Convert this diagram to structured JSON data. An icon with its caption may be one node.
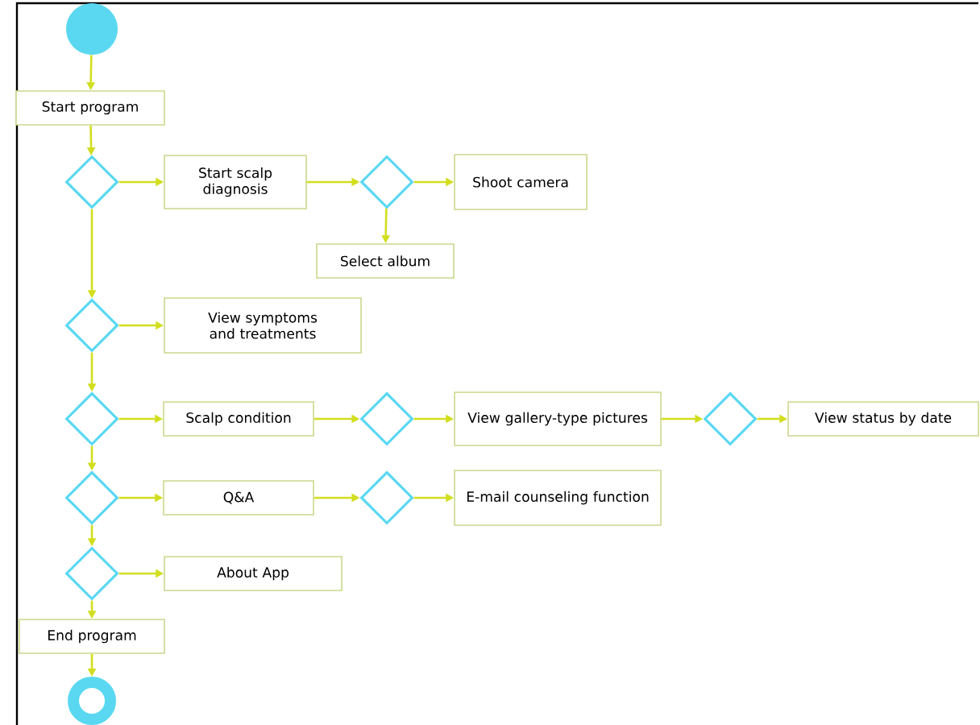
{
  "diagram": {
    "nodes": [
      {
        "text": [],
        "shape": "circle"
      },
      {
        "text": [
          "Start program"
        ]
      },
      {
        "text": [],
        "shape": "diamond"
      },
      {
        "text": [
          "Start scalp diagnosis"
        ]
      },
      {
        "text": [],
        "shape": "diamond"
      },
      {
        "text": [
          "Shoot camera"
        ]
      },
      {
        "text": [
          "Select album"
        ]
      },
      {
        "text": [],
        "shape": "diamond"
      },
      {
        "text": [
          "View symptoms and treatments"
        ]
      },
      {
        "text": [],
        "shape": "diamond"
      },
      {
        "text": [
          "Scalp condition"
        ]
      },
      {
        "text": [],
        "shape": "diamond"
      },
      {
        "text": [
          "View gallery-type pictures"
        ]
      },
      {
        "text": [],
        "shape": "diamond"
      },
      {
        "text": [
          "View status by date"
        ]
      },
      {
        "text": [],
        "shape": "diamond"
      },
      {
        "text": [
          "Q&A"
        ]
      },
      {
        "text": [],
        "shape": "diamond"
      },
      {
        "text": [
          "E-mail counseling function"
        ]
      },
      {
        "text": [],
        "shape": "diamond"
      },
      {
        "text": [
          "About App"
        ]
      },
      {
        "text": [
          "End program"
        ]
      },
      {
        "text": [],
        "shape": "circle"
      }
    ],
    "edges": [
      {
        "from": 0,
        "to": 1,
        "arrow": "to"
      },
      {
        "from": 1,
        "to": 2,
        "arrow": "to"
      },
      {
        "from": 2,
        "to": 3,
        "arrow": "to"
      },
      {
        "from": 3,
        "to": 4,
        "arrow": "to"
      },
      {
        "from": 4,
        "to": 5,
        "arrow": "to"
      },
      {
        "from": 4,
        "to": 6,
        "arrow": "to"
      },
      {
        "from": 2,
        "to": 7,
        "arrow": "to"
      },
      {
        "from": 7,
        "to": 8,
        "arrow": "to"
      },
      {
        "from": 7,
        "to": 9,
        "arrow": "to"
      },
      {
        "from": 9,
        "to": 10,
        "arrow": "to"
      },
      {
        "from": 10,
        "to": 11,
        "arrow": "to"
      },
      {
        "from": 11,
        "to": 12,
        "arrow": "to"
      },
      {
        "from": 12,
        "to": 13,
        "arrow": "to"
      },
      {
        "from": 13,
        "to": 14,
        "arrow": "to"
      },
      {
        "from": 9,
        "to": 15,
        "arrow": "to"
      },
      {
        "from": 15,
        "to": 16,
        "arrow": "to"
      },
      {
        "from": 16,
        "to": 17,
        "arrow": "to"
      },
      {
        "from": 17,
        "to": 18,
        "arrow": "to"
      },
      {
        "from": 15,
        "to": 19,
        "arrow": "to"
      },
      {
        "from": 19,
        "to": 20,
        "arrow": "to"
      },
      {
        "from": 19,
        "to": 21,
        "arrow": "to"
      },
      {
        "from": 21,
        "to": 22,
        "arrow": "to"
      }
    ]
  }
}
